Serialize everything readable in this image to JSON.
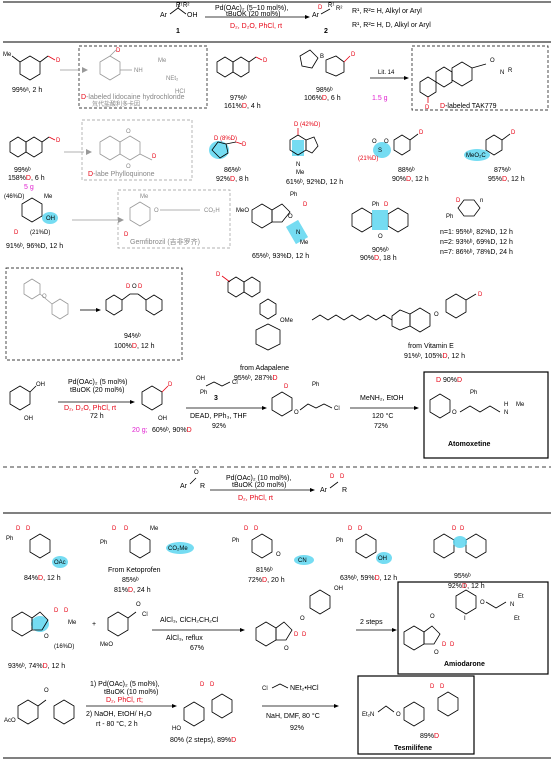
{
  "top_reaction": {
    "reactant_label": "1",
    "product_label": "2",
    "reagents_line1": "Pd(OAc)₂ (5~10 mol%),",
    "reagents_line2": "tBuOK (20 mol%)",
    "conditions": "D₂, D₂O, PhCl, rt",
    "r_note1": "R¹, R²= H, Alkyl or Aryl",
    "r_note2": "R¹, R²= H, D, Alkyl or Aryl"
  },
  "row1": {
    "c1_yield": "99%ᵃ, 2 h",
    "lidocaine_name": "D-labeled lidocaine hydrochloride",
    "lidocaine_cn": "氘代盐酸利多卡因",
    "lidocaine_hcl": "HCl",
    "c3_yield1": "97%ᵇ",
    "c3_yield2": "161%D, 4 h",
    "c4_yield1": "98%ᵇ",
    "c4_yield2": "106%D, 6 h",
    "c4_scale": "1.5 g",
    "c4_arrow": "Lit. 14",
    "tak_name": "D-labeled TAK779"
  },
  "row2": {
    "c1_yield1": "99%ᵇ",
    "c1_yield2": "158%D, 6 h",
    "c1_scale": "5 g",
    "phyllo_name": "D-labe Phylloquinone",
    "c3_d": "D (8%D)",
    "c3_yield1": "86%ᵇ",
    "c3_yield2": "92%D, 8 h",
    "c4_d": "D (42%D)",
    "c4_yield": "61%ᵇ, 92%D, 12 h",
    "c5_d": "(21%D)",
    "c5_yield1": "88%ᵇ",
    "c5_yield2": "90%D, 12 h",
    "c6_yield1": "87%ᵇ",
    "c6_yield2": "95%D, 12 h"
  },
  "row3": {
    "c1_d1": "(46%D)",
    "c1_d2": "(21%D)",
    "c1_yield": "91%ᵇ, 96%D, 12 h",
    "gem_name": "Gemfibrozil (吉非罗齐)",
    "c3_yield": "65%ᵇ, 93%D, 12 h",
    "c4_yield1": "90%ᵇ",
    "c4_yield2": "90%D, 18 h",
    "c5_n1": "n=1: 95%ᵇ, 82%D, 12 h",
    "c5_n2": "n=2: 93%ᵇ, 69%D, 12 h",
    "c5_n7": "n=7: 86%ᵇ, 78%D, 24 h"
  },
  "row4": {
    "c1_yield1": "94%ᵇ",
    "c1_yield2": "100%D, 12 h",
    "ada_src": "from Adapalene",
    "ada_yield": "95%ᵇ, 287%D",
    "vite_src": "from Vitamin E",
    "vite_yield": "91%ᵇ, 105%D, 12 h"
  },
  "atomox": {
    "r1_line1": "Pd(OAc)₂ (5 mol%)",
    "r1_line2": "tBuOK (20 mol%)",
    "r1_line3": "D₂, D₂O, PhCl, rt",
    "r1_line4": "72 h",
    "scale": "20 g;",
    "yield1": "60%ᵇ, 90%D",
    "reagent3": "3",
    "r2": "DEAD, PPh₃, THF",
    "yield2": "92%",
    "r3_line1": "MeNH₂, EtOH",
    "r3_line2": "120 °C",
    "yield3": "72%",
    "product_d": "D 90%D",
    "product_name": "Atomoxetine"
  },
  "mid_reaction": {
    "reagents_line1": "Pd(OAc)₂ (10 mol%),",
    "reagents_line2": "tBuOK (20 mol%)",
    "conditions": "D₂, PhCl, rt"
  },
  "row5": {
    "c1_yield": "84%D, 12 h",
    "c2_src": "From Ketoprofen",
    "c2_yield1": "85%ᵇ",
    "c2_yield2": "81%D, 24 h",
    "c3_yield1": "81%ᵇ",
    "c3_yield2": "72%D, 20 h",
    "c4_yield": "63%ᵇ, 59%D, 12 h",
    "c5_yield1": "95%ᵇ",
    "c5_yield2": "92%D, 12 h"
  },
  "amio": {
    "start_d": "(16%D)",
    "start_yield": "93%ᵇ, 74%D, 12 h",
    "reagent_line1": "AlCl₃, ClCH₂CH₂Cl",
    "reagent_line2": "AlCl₃, reflux",
    "yield": "67%",
    "steps": "2 steps",
    "product_name": "Amiodarone"
  },
  "tesm": {
    "r1_line1": "1) Pd(OAc)₂ (5 mol%),",
    "r1_line2": "tBuOK (10 mol%)",
    "r1_line3": "D₂, PhCl, rt;",
    "r1_line4": "2) NaOH, EtOH/ H₂O",
    "r1_line5": "rt - 80 °C, 2 h",
    "yield1": "80% (2 steps), 89%D",
    "reagent2": "NEt₂•HCl",
    "r2": "NaH, DMF, 80 °C",
    "yield2": "92%",
    "product_d": "89%D",
    "product_name": "Tesmilifene"
  }
}
